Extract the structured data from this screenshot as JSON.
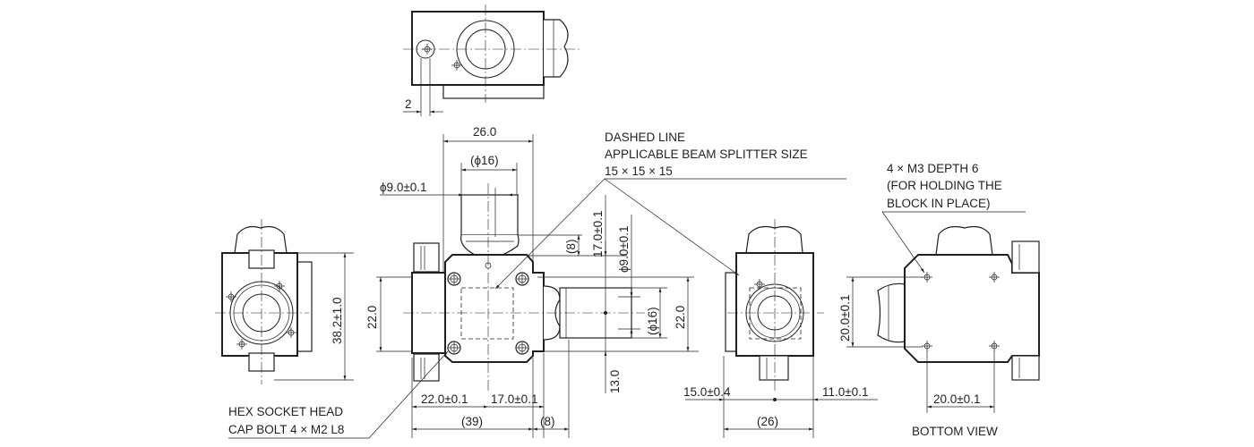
{
  "title": "Beam splitter holder dimensional drawing",
  "notes": {
    "dashed_line_1": "DASHED LINE",
    "dashed_line_2": "APPLICABLE BEAM SPLITTER SIZE",
    "dashed_line_3": "15 × 15 × 15",
    "m3_1": "4 × M3 DEPTH 6",
    "m3_2": "(FOR HOLDING THE",
    "m3_3": " BLOCK IN PLACE)",
    "hex_1": "HEX SOCKET HEAD",
    "hex_2": "CAP BOLT 4 × M2 L8",
    "bottom_view": "BOTTOM VIEW"
  },
  "dimensions": {
    "top_offset": "2",
    "width_26": "26.0",
    "phi16_top": "(ϕ16)",
    "phi9_top": "ϕ9.0±0.1",
    "height_22_left": "22.0",
    "paren_8_vertical": "(8)",
    "height_17": "17.0±0.1",
    "phi9_right": "ϕ9.0±0.1",
    "phi16_right": "(ϕ16)",
    "height_22_right": "22.0",
    "height_13": "13.0",
    "horiz_22": "22.0±0.1",
    "horiz_17": "17.0±0.1",
    "total_39": "(39)",
    "paren_8_horizontal": "(8)",
    "side_height": "38.2±1.0",
    "side_15": "15.0±0.4",
    "side_11": "11.0±0.1",
    "side_26": "(26)",
    "bottom_20_vertical": "20.0±0.1",
    "bottom_20_horizontal": "20.0±0.1"
  }
}
